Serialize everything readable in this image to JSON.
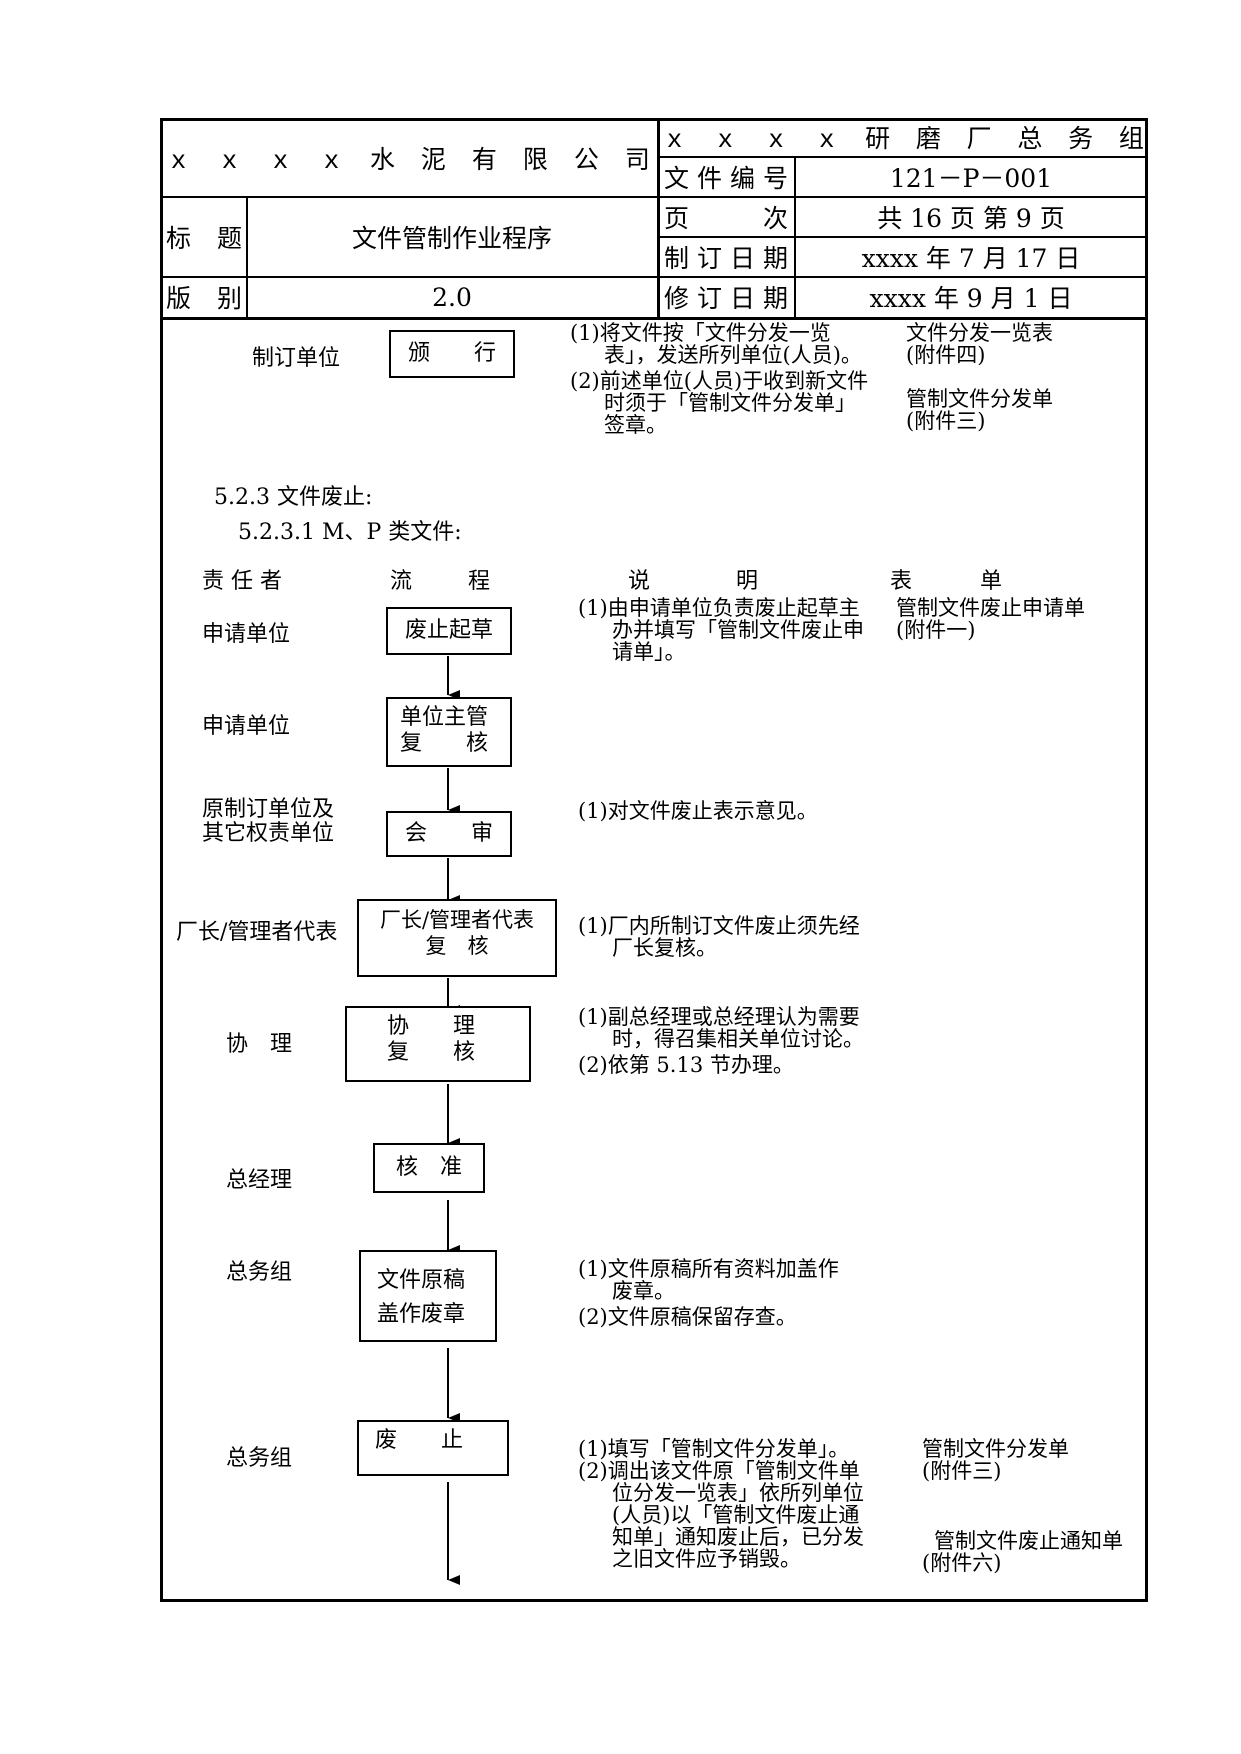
{
  "header": {
    "company": "ｘｘｘｘ水泥有限公司",
    "department": "ｘｘｘｘ研磨厂总务组",
    "doc_no_label": "文件编号",
    "doc_no": "121－P－001",
    "title_label": "标题",
    "title": "文件管制作业程序",
    "page_label": "页次",
    "page_value": "共 16 页 第 9 页",
    "made_date_label": "制订日期",
    "made_date": "xxxx 年 7 月 17 日",
    "version_label": "版别",
    "version": "2.0",
    "rev_date_label": "修订日期",
    "rev_date": "xxxx 年 9 月 1 日"
  },
  "top_section": {
    "unit": "制订单位",
    "step": "颁　　行",
    "notes": [
      {
        "num": "(1)",
        "text": "将文件按「文件分发一览表」，发送所列单位(人员)。"
      },
      {
        "num": "(2)",
        "text": "前述单位(人员)于收到新文件时须于「管制文件分发单」签章。"
      }
    ],
    "forms": [
      {
        "name": "文件分发一览表",
        "ref": "(附件四)"
      },
      {
        "name": "管制文件分发单",
        "ref": "(附件三)"
      }
    ]
  },
  "section_heading": "5.2.3 文件废止:",
  "subsection_heading": "5.2.3.1 M、P 类文件:",
  "columns": {
    "responsible": "责 任 者",
    "flow": "流　　程",
    "explain": "说　　明",
    "form": "表　　单"
  },
  "steps": [
    {
      "responsible": "申请单位",
      "step": "废止起草",
      "notes": [
        {
          "num": "(1)",
          "text": "由申请单位负责废止起草主办并填写「管制文件废止申请单」。"
        }
      ],
      "forms": [
        {
          "name": "管制文件废止申请单",
          "ref": "(附件一)"
        }
      ]
    },
    {
      "responsible": "申请单位",
      "step_line1": "单位主管",
      "step_line2": "复　　核"
    },
    {
      "responsible_line1": "原制订单位及",
      "responsible_line2": "其它权责单位",
      "step": "会　　审",
      "notes": [
        {
          "num": "(1)",
          "text": "对文件废止表示意见。"
        }
      ]
    },
    {
      "responsible": "厂长/管理者代表",
      "step_line1": "厂长/管理者代表",
      "step_line2": "复　核",
      "notes": [
        {
          "num": "(1)",
          "text": "厂内所制订文件废止须先经厂长复核。"
        }
      ]
    },
    {
      "responsible": "协　理",
      "step_line1": "协　　理",
      "step_line2": "复　　核",
      "notes": [
        {
          "num": "(1)",
          "text": "副总经理或总经理认为需要时，得召集相关单位讨论。"
        },
        {
          "num": "(2)",
          "text": "依第 5.13 节办理。"
        }
      ]
    },
    {
      "responsible": "总经理",
      "step": "核　准"
    },
    {
      "responsible": "总务组",
      "step_line1": "文件原稿",
      "step_line2": "盖作废章",
      "notes": [
        {
          "num": "(1)",
          "text": "文件原稿所有资料加盖作废章。"
        },
        {
          "num": "(2)",
          "text": "文件原稿保留存查。"
        }
      ]
    },
    {
      "responsible": "总务组",
      "step": "废　　止",
      "notes": [
        {
          "num": "(1)",
          "text": "填写「管制文件分发单」。"
        },
        {
          "num": "(2)",
          "text": "调出该文件原「管制文件单位分发一览表」依所列单位(人员)以「管制文件废止通知单」通知废止后，已分发之旧文件应予销毁。"
        }
      ],
      "forms": [
        {
          "name": "管制文件分发单",
          "ref": "(附件三)"
        },
        {
          "name": "管制文件废止通知单",
          "ref": "(附件六)"
        }
      ]
    }
  ]
}
